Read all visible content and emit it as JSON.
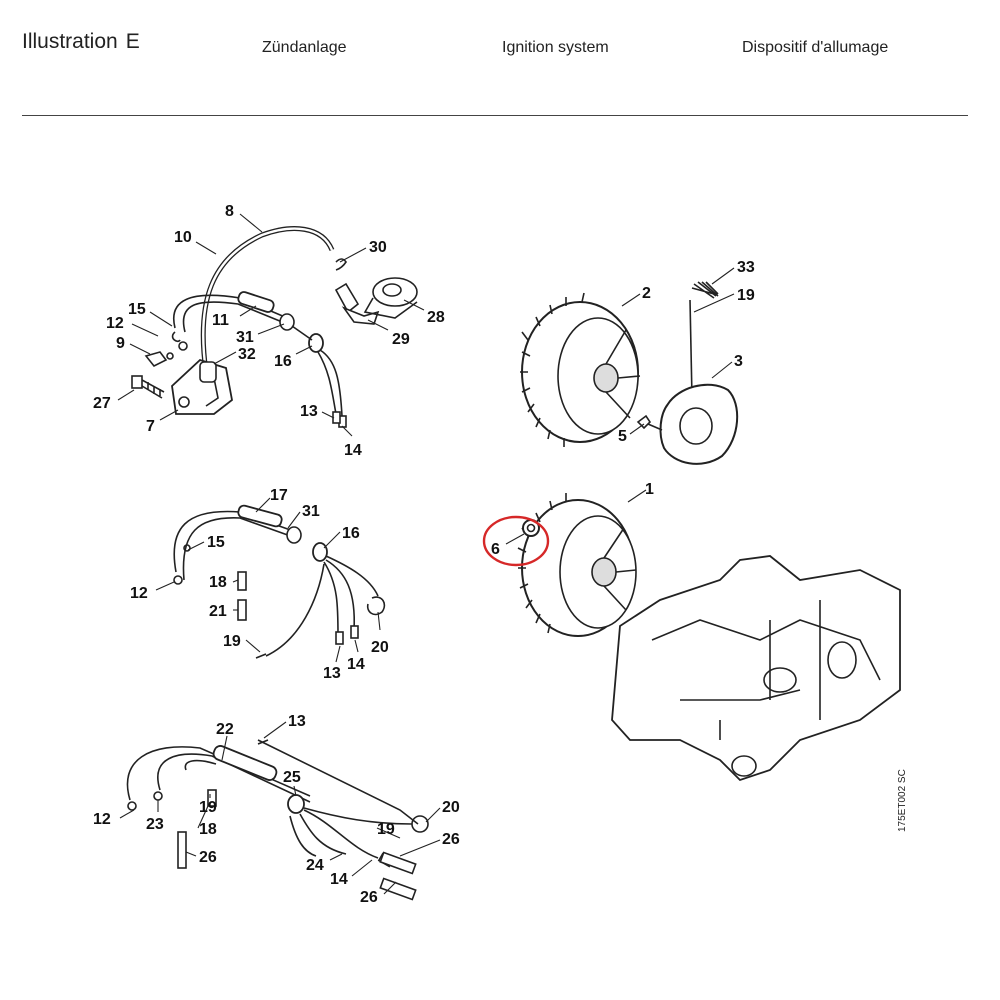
{
  "header": {
    "label": "Illustration",
    "letter": "E",
    "title_de": "Zündanlage",
    "title_en": "Ignition system",
    "title_fr": "Dispositif d'allumage"
  },
  "drawing_code": "175ET002 SC",
  "highlight_color": "#d62828",
  "callouts": {
    "g1": [
      "8",
      "10",
      "30",
      "15",
      "12",
      "11",
      "28",
      "9",
      "31",
      "29",
      "32",
      "16",
      "27",
      "7",
      "13",
      "14"
    ],
    "g2": [
      "17",
      "31",
      "16",
      "15",
      "12",
      "18",
      "21",
      "19",
      "20",
      "13",
      "14"
    ],
    "g3": [
      "22",
      "13",
      "25",
      "12",
      "23",
      "19",
      "18",
      "20",
      "19",
      "26",
      "24",
      "14",
      "26",
      "26"
    ],
    "g4": [
      "2",
      "33",
      "19",
      "3",
      "5",
      "1",
      "6"
    ]
  }
}
